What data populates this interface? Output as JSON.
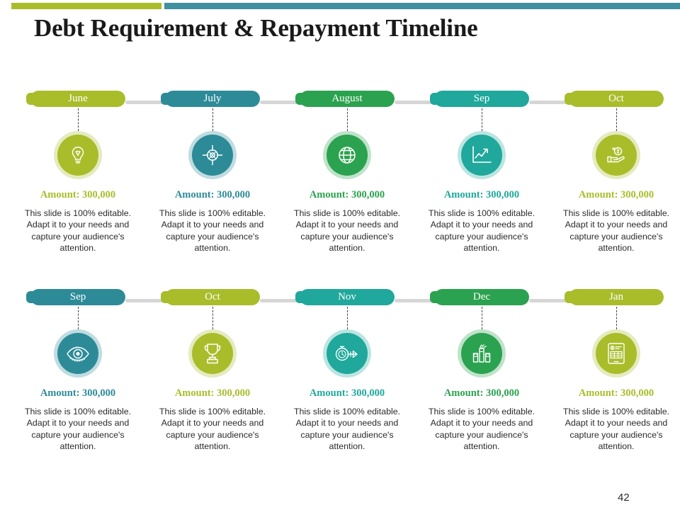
{
  "header": {
    "title": "Debt Requirement & Repayment Timeline",
    "accent_bar_left_color": "#a9bd2b",
    "accent_bar_right_color": "#3f90a0"
  },
  "palette": {
    "olive": "#a9bd2b",
    "teal_dark": "#2d8b98",
    "green": "#2ba24f",
    "teal": "#1fa89b",
    "track_grey": "#d6d6d6",
    "text_dark": "#2b2b2b"
  },
  "footer": {
    "page_number": "42"
  },
  "rows": [
    {
      "name": "row-1",
      "items": [
        {
          "month": "June",
          "color": "#a9bd2b",
          "icon": "lightbulb-icon",
          "amount": "Amount:  300,000",
          "body": "This slide is 100% editable. Adapt it to your needs and capture your audience's attention."
        },
        {
          "month": "July",
          "color": "#2d8b98",
          "icon": "target-icon",
          "amount": "Amount:  300,000",
          "body": "This slide is 100% editable. Adapt it to your needs and capture your audience's attention."
        },
        {
          "month": "August",
          "color": "#2ba24f",
          "icon": "globe-icon",
          "amount": "Amount:  300,000",
          "body": "This slide is 100% editable. Adapt it to your needs and capture your audience's attention."
        },
        {
          "month": "Sep",
          "color": "#1fa89b",
          "icon": "growth-chart-icon",
          "amount": "Amount:  300,000",
          "body": "This slide is 100% editable. Adapt it to your needs and capture your audience's attention."
        },
        {
          "month": "Oct",
          "color": "#a9bd2b",
          "icon": "hand-money-icon",
          "amount": "Amount:  300,000",
          "body": "This slide is 100% editable. Adapt it to your needs and capture your audience's attention."
        }
      ]
    },
    {
      "name": "row-2",
      "items": [
        {
          "month": "Sep",
          "color": "#2d8b98",
          "icon": "eye-icon",
          "amount": "Amount:  300,000",
          "body": "This slide is 100% editable. Adapt it to your needs and capture your audience's attention."
        },
        {
          "month": "Oct",
          "color": "#a9bd2b",
          "icon": "trophy-icon",
          "amount": "Amount:  300,000",
          "body": "This slide is 100% editable. Adapt it to your needs and capture your audience's attention."
        },
        {
          "month": "Nov",
          "color": "#1fa89b",
          "icon": "stopwatch-arrow-icon",
          "amount": "Amount:  300,000",
          "body": "This slide is 100% editable. Adapt it to your needs and capture your audience's attention."
        },
        {
          "month": "Dec",
          "color": "#2ba24f",
          "icon": "hands-raised-icon",
          "amount": "Amount:  300,000",
          "body": "This slide is 100% editable. Adapt it to your needs and capture your audience's attention."
        },
        {
          "month": "Jan",
          "color": "#a9bd2b",
          "icon": "tablet-invoice-icon",
          "amount": "Amount:  300,000",
          "body": "This slide is 100% editable. Adapt it to your needs and capture your audience's attention."
        }
      ]
    }
  ]
}
